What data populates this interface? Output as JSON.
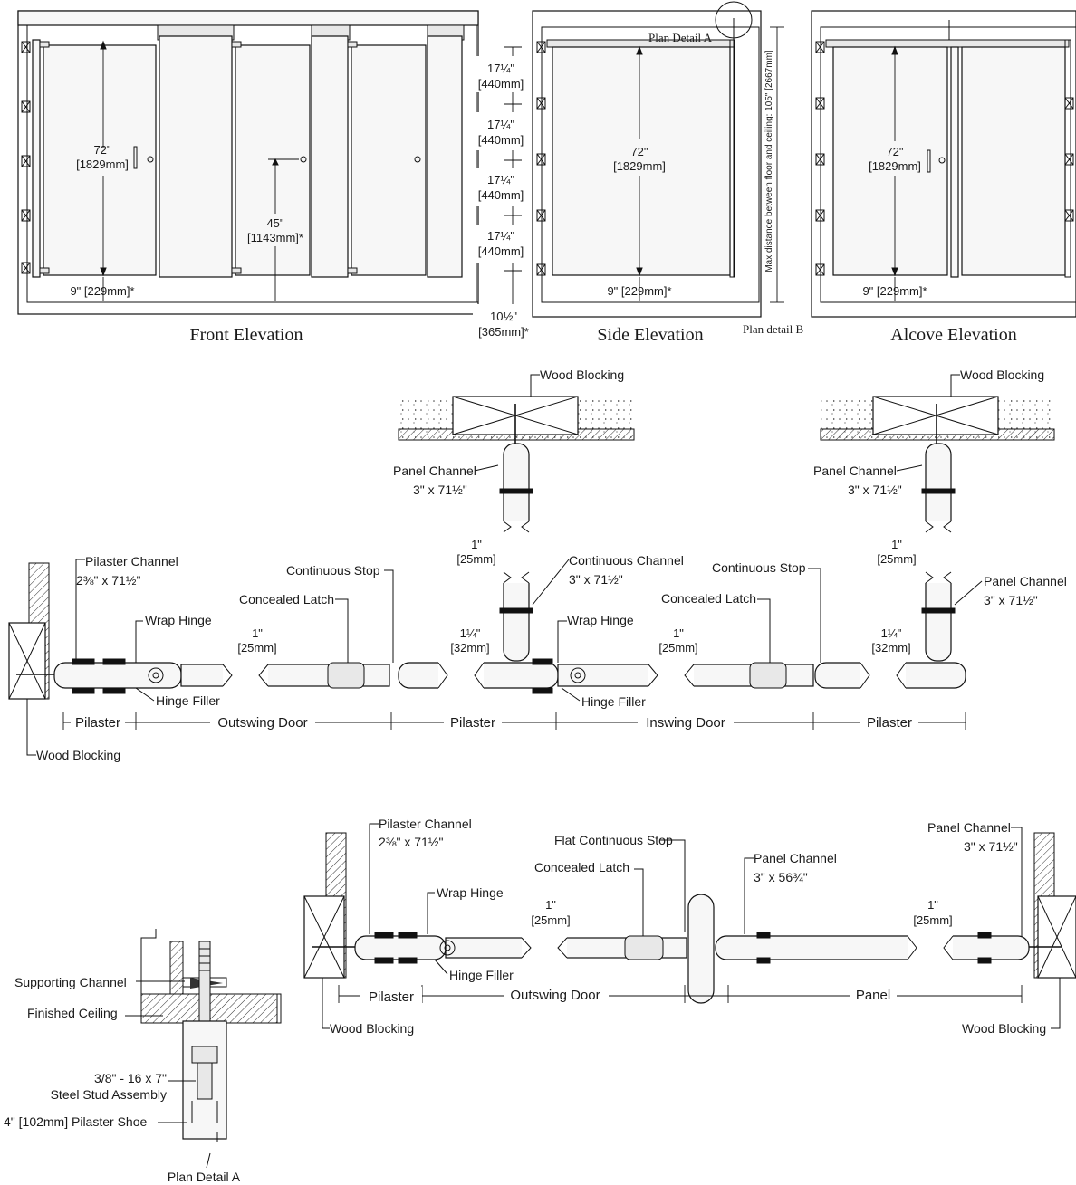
{
  "elevations": {
    "front": {
      "title": "Front Elevation",
      "height_dim": "72\"",
      "height_dim_mm": "[1829mm]",
      "latch_dim": "45\"",
      "latch_dim_mm": "[1143mm]*",
      "clearance": "9\" [229mm]*"
    },
    "side": {
      "title": "Side Elevation",
      "height_dim": "72\"",
      "height_dim_mm": "[1829mm]",
      "clearance": "9\" [229mm]*",
      "plan_detail_a": "Plan Detail A",
      "plan_detail_b": "Plan detail B",
      "max_note": "Max distance between floor and ceiling: 105\" [2667mm]"
    },
    "alcove": {
      "title": "Alcove Elevation",
      "height_dim": "72\"",
      "height_dim_mm": "[1829mm]",
      "clearance": "9\" [229mm]*"
    },
    "spacing": {
      "bracket_spacing": [
        "17¼\"",
        "17¼\"",
        "17¼\"",
        "17¼\""
      ],
      "bracket_spacing_mm": [
        "[440mm]",
        "[440mm]",
        "[440mm]",
        "[440mm]"
      ],
      "bottom_spacing": "10½\"",
      "bottom_spacing_mm": "[365mm]*"
    }
  },
  "plan1": {
    "wood_blocking_a": "Wood Blocking",
    "wood_blocking_b": "Wood Blocking",
    "wood_blocking_c": "Wood Blocking",
    "panel_channel_a": "Panel Channel",
    "panel_channel_a_size": "3\" x 71½\"",
    "panel_channel_b": "Panel Channel",
    "panel_channel_b_size": "3\" x 71½\"",
    "panel_channel_c": "Panel Channel",
    "panel_channel_c_size": "3\" x 71½\"",
    "pilaster_channel": "Pilaster Channel",
    "pilaster_channel_size": "2⅜\" x 71½\"",
    "continuous_channel": "Continuous Channel",
    "continuous_channel_size": "3\" x 71½\"",
    "continuous_stop_a": "Continuous Stop",
    "continuous_stop_b": "Continuous Stop",
    "concealed_latch_a": "Concealed Latch",
    "concealed_latch_b": "Concealed Latch",
    "wrap_hinge_a": "Wrap Hinge",
    "wrap_hinge_b": "Wrap Hinge",
    "hinge_filler_a": "Hinge Filler",
    "hinge_filler_b": "Hinge Filler",
    "gap_1in": "1\"",
    "gap_25mm": "[25mm]",
    "gap_125in": "1¼\"",
    "gap_32mm": "[32mm]",
    "segments": [
      "Pilaster",
      "Outswing Door",
      "Pilaster",
      "Inswing Door",
      "Pilaster"
    ]
  },
  "plan2": {
    "pilaster_channel": "Pilaster Channel",
    "pilaster_channel_size": "2⅜\" x 71½\"",
    "flat_continuous_stop": "Flat Continuous Stop",
    "panel_channel_a": "Panel Channel",
    "panel_channel_a_size": "3\" x 56¾\"",
    "panel_channel_b": "Panel Channel",
    "panel_channel_b_size": "3\" x 71½\"",
    "concealed_latch": "Concealed Latch",
    "wrap_hinge": "Wrap Hinge",
    "hinge_filler": "Hinge Filler",
    "wood_blocking_a": "Wood Blocking",
    "wood_blocking_b": "Wood Blocking",
    "gap_1in": "1\"",
    "gap_25mm": "[25mm]",
    "segments": [
      "Pilaster",
      "Outswing Door",
      "Panel"
    ]
  },
  "detail": {
    "supporting_channel": "Supporting Channel",
    "finished_ceiling": "Finished Ceiling",
    "stud_line1": "3/8\" - 16 x 7\"",
    "stud_line2": "Steel Stud Assembly",
    "pilaster_shoe": "4\" [102mm] Pilaster Shoe",
    "caption": "Plan Detail A"
  }
}
